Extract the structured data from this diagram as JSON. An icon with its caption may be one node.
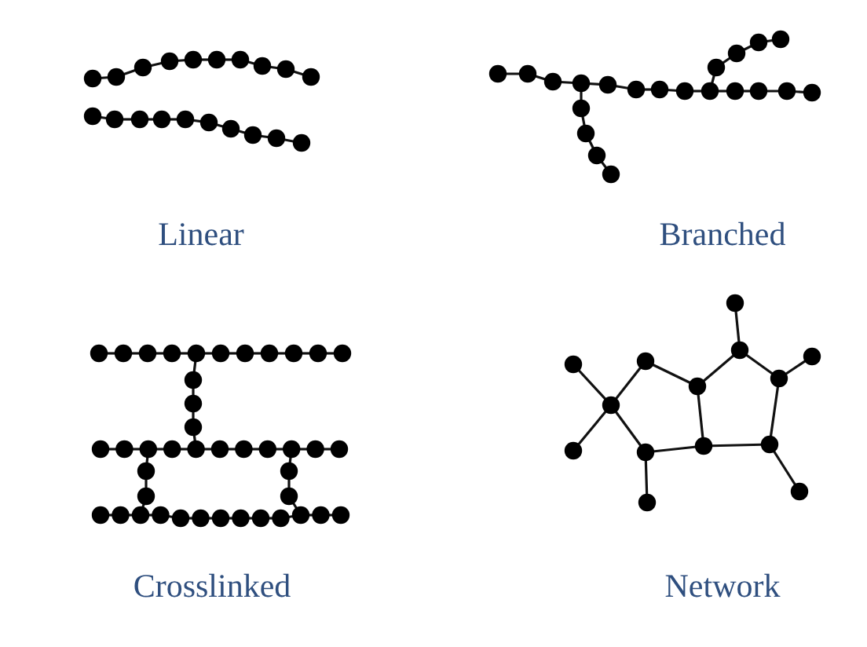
{
  "diagram": {
    "labels": [
      "Linear",
      "Branched",
      "Crosslinked",
      "Network"
    ]
  }
}
